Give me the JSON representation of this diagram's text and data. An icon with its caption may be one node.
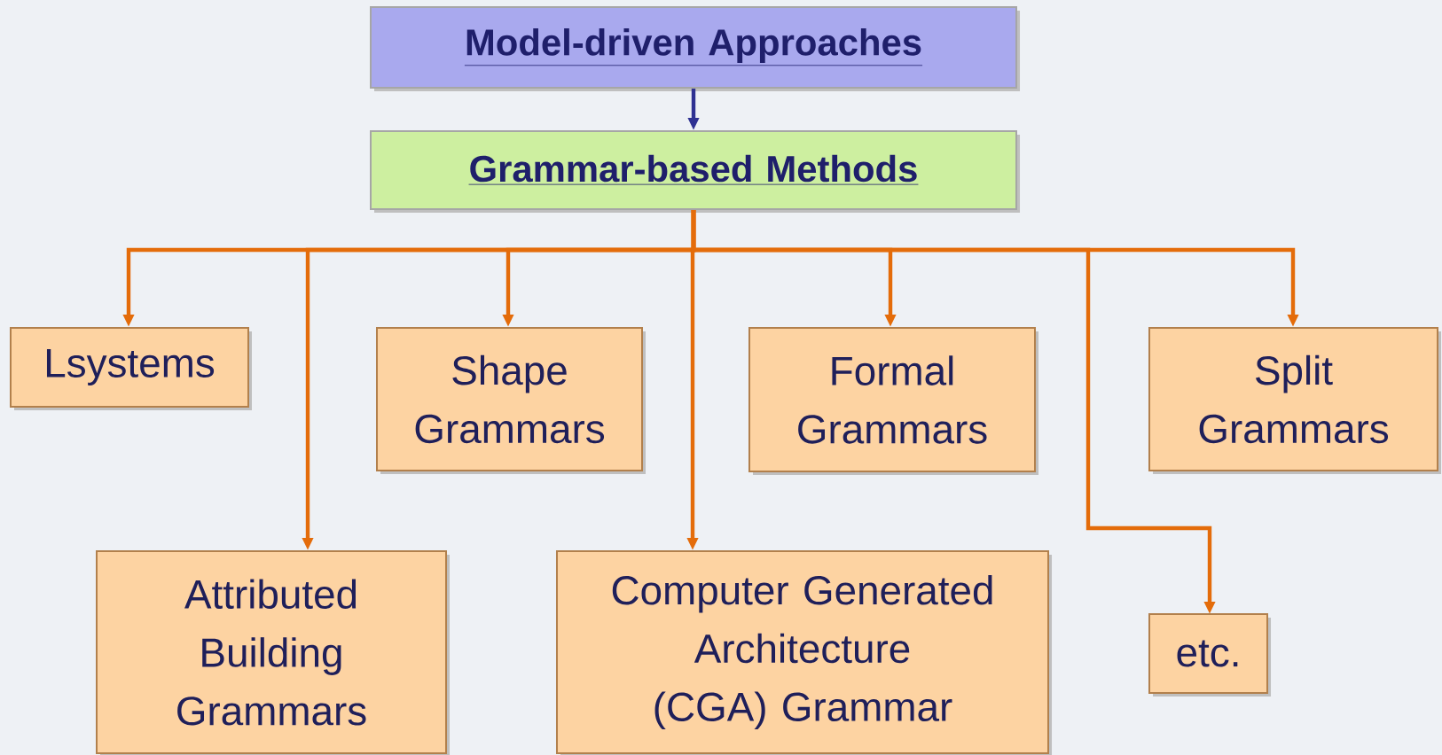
{
  "diagram": {
    "nodes": [
      {
        "text": [
          "Model-driven Approaches"
        ]
      },
      {
        "text": [
          "Grammar-based Methods"
        ]
      },
      {
        "text": [
          "Lsystems"
        ]
      },
      {
        "text": [
          "Shape Grammars"
        ]
      },
      {
        "text": [
          "Formal Grammars"
        ]
      },
      {
        "text": [
          "Split Grammars"
        ]
      },
      {
        "text": [
          "Attributed Building Grammars"
        ]
      },
      {
        "text": [
          "Computer Generated Architecture (CGA) Grammar"
        ]
      },
      {
        "text": [
          "etc."
        ]
      }
    ],
    "edges": [
      {
        "from": 0,
        "to": 1,
        "arrow": "to",
        "color": "#2e3192"
      },
      {
        "from": 1,
        "to": 2,
        "arrow": "to"
      },
      {
        "from": 1,
        "to": 6,
        "arrow": "to"
      },
      {
        "from": 1,
        "to": 3,
        "arrow": "to"
      },
      {
        "from": 1,
        "to": 7,
        "arrow": "to"
      },
      {
        "from": 1,
        "to": 4,
        "arrow": "to"
      },
      {
        "from": 1,
        "to": 8,
        "arrow": "to"
      },
      {
        "from": 1,
        "to": 5,
        "arrow": "to"
      }
    ]
  }
}
